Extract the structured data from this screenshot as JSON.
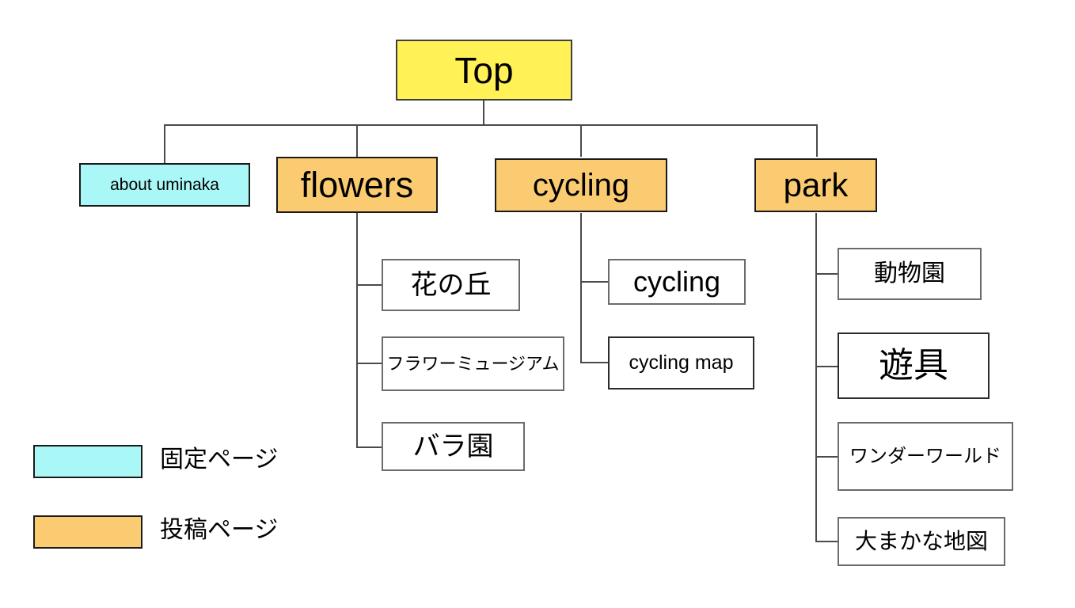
{
  "diagram": {
    "title_node": {
      "label": "Top",
      "type": "post"
    },
    "level2": [
      {
        "label": "about uminaka",
        "type": "fixed"
      },
      {
        "label": "flowers",
        "type": "post"
      },
      {
        "label": "cycling",
        "type": "post"
      },
      {
        "label": "park",
        "type": "post"
      }
    ],
    "flowers_children": [
      {
        "label": "花の丘"
      },
      {
        "label": "フラワーミュージアム"
      },
      {
        "label": "バラ園"
      }
    ],
    "cycling_children": [
      {
        "label": "cycling"
      },
      {
        "label": "cycling map"
      }
    ],
    "park_children": [
      {
        "label": "動物園"
      },
      {
        "label": "遊具"
      },
      {
        "label": "ワンダーワールド"
      },
      {
        "label": "大まかな地図"
      }
    ]
  },
  "legend": {
    "items": [
      {
        "label": "固定ページ",
        "color": "#aaf7f7"
      },
      {
        "label": "投稿ページ",
        "color": "#fbcb72"
      }
    ]
  },
  "colors": {
    "top_fill": "#fff156",
    "fixed_page_fill": "#aaf7f7",
    "post_page_fill": "#fbcb72",
    "plain_fill": "#ffffff",
    "line": "#4a4a4a",
    "border": "#1a1a1a"
  }
}
